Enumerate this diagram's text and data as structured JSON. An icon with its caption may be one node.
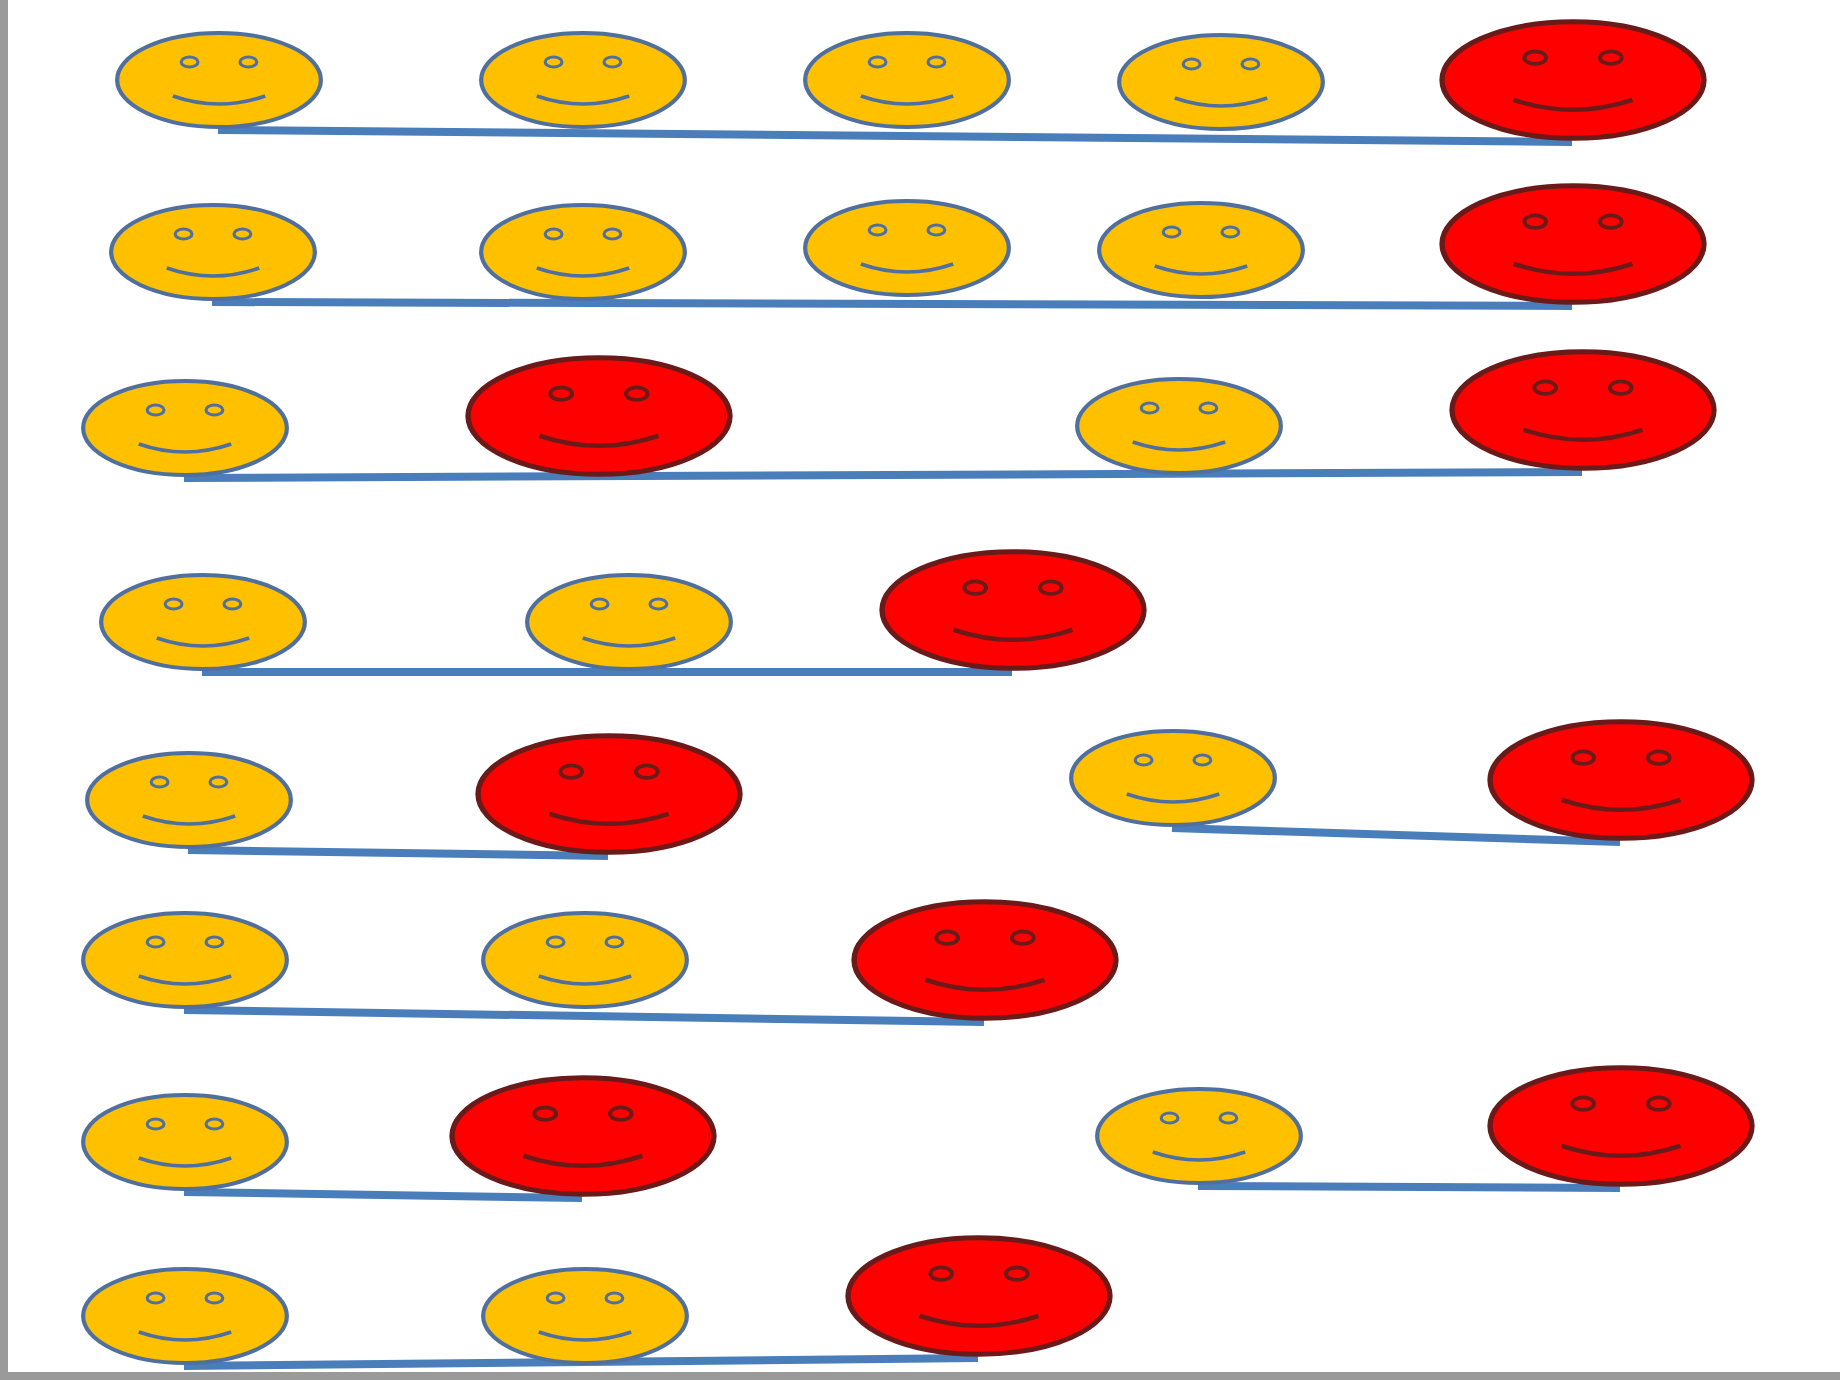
{
  "diagram": {
    "nodes": [
      {
        "text": [],
        "shape": "circle"
      },
      {
        "text": [],
        "shape": "circle"
      },
      {
        "text": [],
        "shape": "circle"
      },
      {
        "text": [],
        "shape": "circle"
      },
      {
        "text": [],
        "shape": "circle"
      },
      {
        "text": [],
        "shape": "circle"
      },
      {
        "text": [],
        "shape": "circle"
      },
      {
        "text": [],
        "shape": "circle"
      },
      {
        "text": [],
        "shape": "circle"
      },
      {
        "text": [],
        "shape": "circle"
      },
      {
        "text": [],
        "shape": "circle"
      },
      {
        "text": [],
        "shape": "circle"
      },
      {
        "text": [],
        "shape": "circle"
      },
      {
        "text": [],
        "shape": "circle"
      },
      {
        "text": [],
        "shape": "circle"
      },
      {
        "text": [],
        "shape": "circle"
      },
      {
        "text": [],
        "shape": "circle"
      },
      {
        "text": [],
        "shape": "circle"
      },
      {
        "text": [],
        "shape": "circle"
      },
      {
        "text": [],
        "shape": "circle"
      },
      {
        "text": [],
        "shape": "circle"
      },
      {
        "text": [],
        "shape": "circle"
      },
      {
        "text": [],
        "shape": "circle"
      },
      {
        "text": [],
        "shape": "circle"
      },
      {
        "text": [],
        "shape": "circle"
      },
      {
        "text": [],
        "shape": "circle"
      },
      {
        "text": [],
        "shape": "circle"
      },
      {
        "text": [],
        "shape": "circle"
      },
      {
        "text": [],
        "shape": "circle"
      },
      {
        "text": [],
        "shape": "circle"
      },
      {
        "text": [],
        "shape": "circle"
      }
    ],
    "edges": [
      {
        "from": 0,
        "to": 4,
        "arrow": "none"
      },
      {
        "from": 5,
        "to": 9,
        "arrow": "none"
      },
      {
        "from": 10,
        "to": 13,
        "arrow": "none"
      },
      {
        "from": 14,
        "to": 16,
        "arrow": "none"
      },
      {
        "from": 17,
        "to": 18,
        "arrow": "none"
      },
      {
        "from": 19,
        "to": 20,
        "arrow": "none"
      },
      {
        "from": 21,
        "to": 23,
        "arrow": "none"
      },
      {
        "from": 24,
        "to": 25,
        "arrow": "none"
      },
      {
        "from": 26,
        "to": 27,
        "arrow": "none"
      },
      {
        "from": 28,
        "to": 30,
        "arrow": "none"
      }
    ]
  }
}
